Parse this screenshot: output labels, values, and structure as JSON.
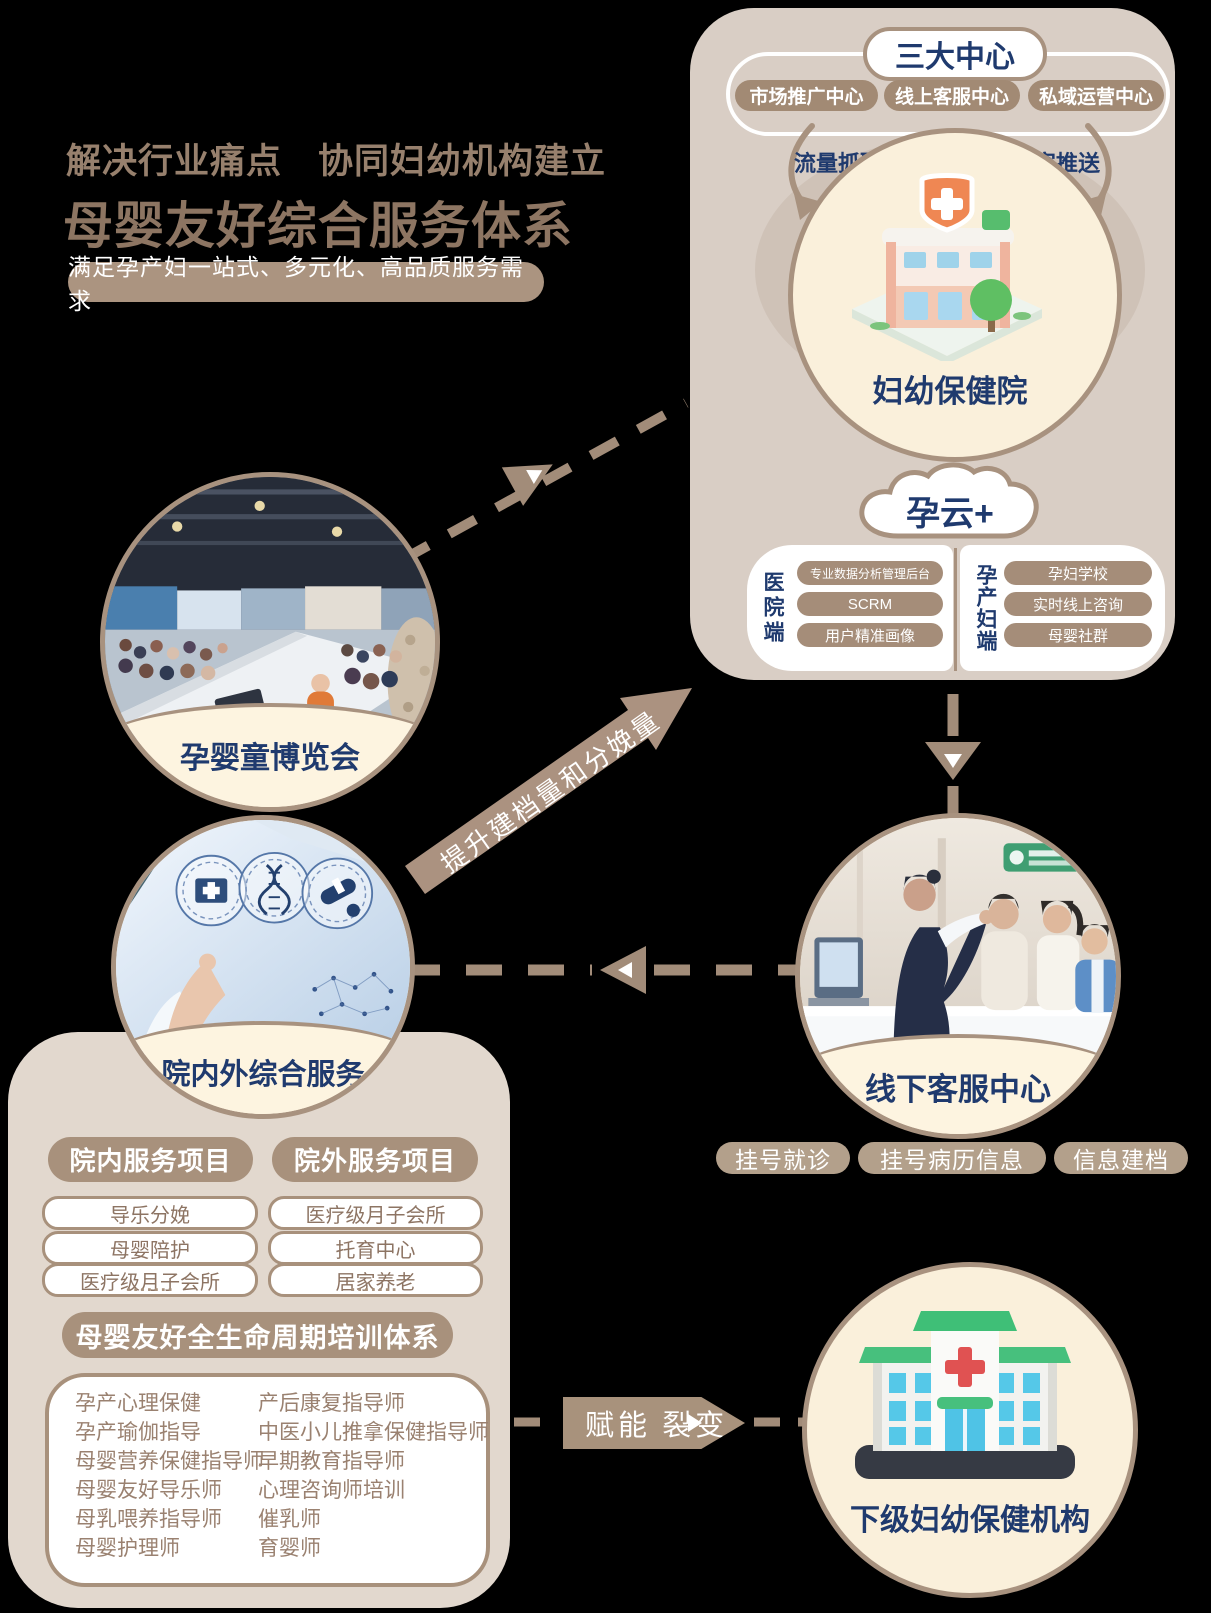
{
  "title": {
    "line1": "解决行业痛点　协同妇幼机构建立",
    "line2": "母婴友好综合服务体系",
    "badge": "满足孕产妇一站式、多元化、高品质服务需求"
  },
  "hub": {
    "centers_title": "三大中心",
    "centers": [
      "市场推广中心",
      "线上客服中心",
      "私域运营中心"
    ],
    "flow_left": "流量抓取",
    "flow_right": "内容推送",
    "hospital_label": "妇幼保健院",
    "cloud_label": "孕云+",
    "hospital_panel": {
      "label": "医院端",
      "items": [
        "专业数据分析管理后台",
        "SCRM",
        "用户精准画像"
      ]
    },
    "maternal_panel": {
      "label": "孕产妇端",
      "items": [
        "孕妇学校",
        "实时线上咨询",
        "母婴社群"
      ]
    }
  },
  "expo": {
    "label": "孕婴童博览会"
  },
  "services": {
    "label": "院内外综合服务"
  },
  "desk": {
    "label": "线下客服中心",
    "tags": [
      "挂号就诊",
      "挂号病历信息",
      "信息建档"
    ]
  },
  "arrow_label": "提升建档量和分娩量",
  "left_panel": {
    "in_header": "院内服务项目",
    "out_header": "院外服务项目",
    "in_items": [
      "导乐分娩",
      "母婴陪护",
      "医疗级月子会所"
    ],
    "out_items": [
      "医疗级月子会所",
      "托育中心",
      "居家养老"
    ],
    "dots": "▪▪▪▪▪▪▪",
    "training_header": "母婴友好全生命周期培训体系",
    "training_col1": [
      "孕产心理保健",
      "孕产瑜伽指导",
      "母婴营养保健指导师",
      "母婴友好导乐师",
      "母乳喂养指导师",
      "母婴护理师"
    ],
    "training_col2": [
      "产后康复指导师",
      "中医小儿推拿保健指导师",
      "早期教育指导师",
      "心理咨询师培训",
      "催乳师",
      "育婴师"
    ]
  },
  "enable": {
    "label": "赋能 裂变"
  },
  "branch": {
    "label": "下级妇幼保健机构"
  },
  "colors": {
    "navy": "#1f3a6e",
    "brown_border": "#a8927f",
    "pill_brown": "#a28a74",
    "taupe_panel": "#d9cec5",
    "left_panel_bg": "#e2d8ce",
    "cream": "#faf0db",
    "tag_brown": "#b3a08b",
    "dash": "#a28c79",
    "background": "#000000"
  }
}
